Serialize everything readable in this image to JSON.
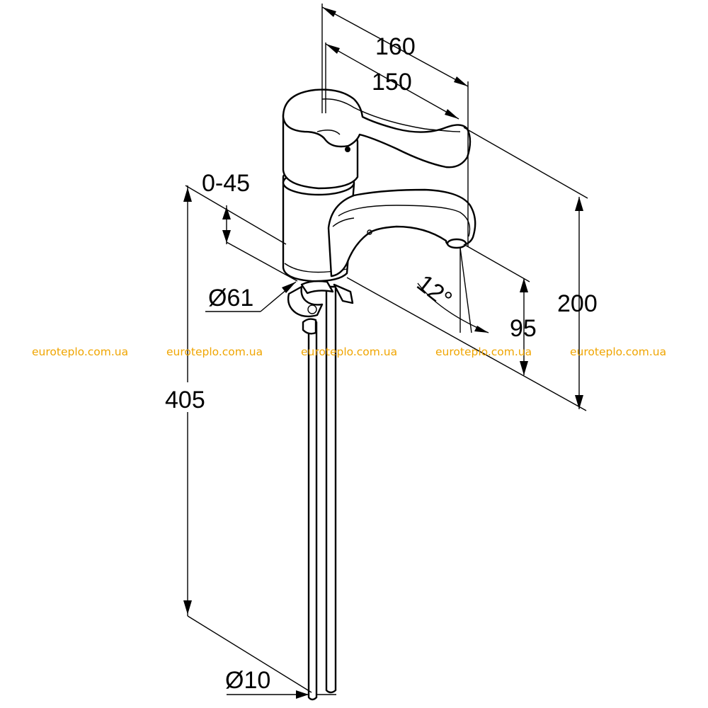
{
  "dimensions": {
    "overall_width": "160",
    "handle_reach": "150",
    "overall_height": "200",
    "spout_height": "95",
    "swivel_angle": "12°",
    "deck_thickness": "0-45",
    "base_diameter": "Ø61",
    "supply_length": "405",
    "pipe_diameter": "Ø10"
  },
  "watermark": {
    "text": "euroteplo.com.ua",
    "color": "#f0a500"
  }
}
